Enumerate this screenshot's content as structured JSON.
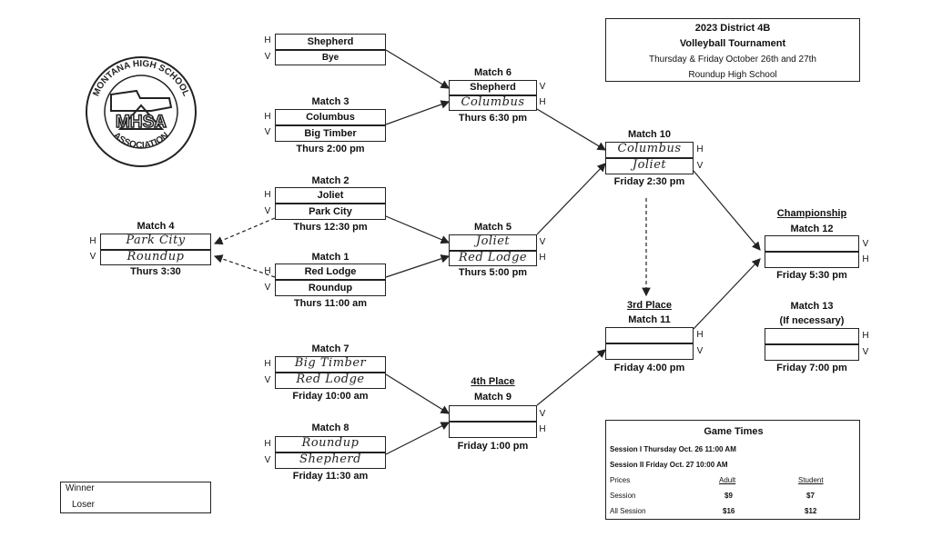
{
  "header": {
    "line1": "2023 District 4B",
    "line2": "Volleyball Tournament",
    "line3": "Thursday & Friday October 26th and 27th",
    "line4": "Roundup High School"
  },
  "logo": {
    "ring_text": "MONTANA HIGH SCHOOL",
    "bottom_text": "ASSOCIATION",
    "center_text": "MHSA"
  },
  "markers": {
    "h": "H",
    "v": "V"
  },
  "matches": {
    "m0": {
      "title": "",
      "team1": "Shepherd",
      "team2": "Bye",
      "time": ""
    },
    "m3": {
      "title": "Match 3",
      "team1": "Columbus",
      "team2": "Big Timber",
      "time": "Thurs 2:00 pm"
    },
    "m2": {
      "title": "Match 2",
      "team1": "Joliet",
      "team2": "Park City",
      "time": "Thurs 12:30 pm"
    },
    "m1": {
      "title": "Match 1",
      "team1": "Red Lodge",
      "team2": "Roundup",
      "time": "Thurs 11:00 am"
    },
    "m4": {
      "title": "Match 4",
      "team1": "Park City",
      "team2": "Roundup",
      "time": "Thurs 3:30"
    },
    "m6": {
      "title": "Match 6",
      "team1": "Shepherd",
      "team2": "Columbus",
      "time": "Thurs 6:30 pm"
    },
    "m5": {
      "title": "Match 5",
      "team1": "Joliet",
      "team2": "Red Lodge",
      "time": "Thurs 5:00 pm"
    },
    "m7": {
      "title": "Match 7",
      "team1": "Big Timber",
      "team2": "Red Lodge",
      "time": "Friday 10:00 am"
    },
    "m8": {
      "title": "Match 8",
      "team1": "Roundup",
      "team2": "Shepherd",
      "time": "Friday 11:30 am"
    },
    "m9": {
      "heading": "4th Place",
      "title": "Match 9",
      "team1": "",
      "team2": "",
      "time": "Friday 1:00 pm"
    },
    "m10": {
      "title": "Match 10",
      "team1": "Columbus",
      "team2": "Joliet",
      "time": "Friday 2:30 pm"
    },
    "m11": {
      "heading": "3rd Place",
      "title": "Match 11",
      "team1": "",
      "team2": "",
      "time": "Friday 4:00 pm"
    },
    "m12": {
      "heading": "Championship",
      "title": "Match 12",
      "team1": "",
      "team2": "",
      "time": "Friday 5:30 pm"
    },
    "m13": {
      "title": "Match 13",
      "subtitle": "(If necessary)",
      "team1": "",
      "team2": "",
      "time": "Friday 7:00 pm"
    }
  },
  "legend": {
    "winner": "Winner",
    "loser": "Loser"
  },
  "game_times": {
    "title": "Game Times",
    "session1": "Session I Thursday Oct. 26 11:00 AM",
    "session2": "Session II Friday Oct. 27 10:00 AM",
    "prices_label": "Prices",
    "adult_label": "Adult",
    "student_label": "Student",
    "rows": [
      {
        "label": "Session",
        "adult": "$9",
        "student": "$7"
      },
      {
        "label": "All Session",
        "adult": "$16",
        "student": "$12"
      }
    ]
  }
}
